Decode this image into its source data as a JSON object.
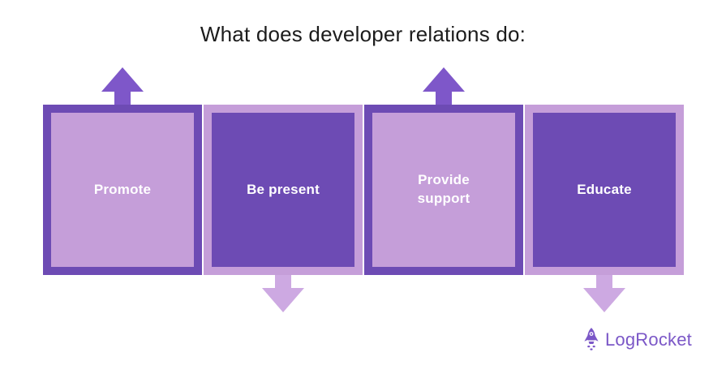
{
  "title": "What does developer relations do:",
  "boxes": [
    {
      "label": "Promote",
      "fill": "light",
      "border": "dark",
      "arrow": "up"
    },
    {
      "label": "Be present",
      "fill": "dark",
      "border": "light",
      "arrow": "down"
    },
    {
      "label": "Provide support",
      "fill": "light",
      "border": "dark",
      "arrow": "up"
    },
    {
      "label": "Educate",
      "fill": "dark",
      "border": "light",
      "arrow": "down"
    }
  ],
  "colors": {
    "dark_purple": "#6d4bb4",
    "light_purple": "#c59ed9",
    "arrow_up_purple": "#7e57c9",
    "arrow_down_purple": "#cda9e2",
    "title_text": "#1c1c1c",
    "label_text": "#ffffff",
    "logo_purple": "#7b57c7",
    "background": "#ffffff"
  },
  "logo": {
    "text": "LogRocket",
    "icon": "rocket-icon"
  }
}
